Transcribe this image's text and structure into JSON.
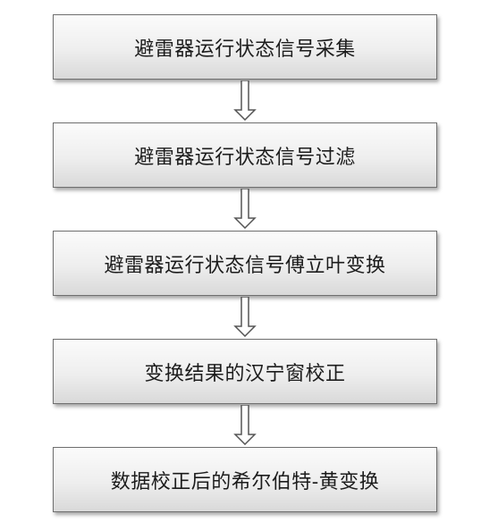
{
  "steps": [
    {
      "label": "避雷器运行状态信号采集"
    },
    {
      "label": "避雷器运行状态信号过滤"
    },
    {
      "label": "避雷器运行状态信号傅立叶变换"
    },
    {
      "label": "变换结果的汉宁窗校正"
    },
    {
      "label": "数据校正后的希尔伯特-黄变换"
    }
  ]
}
